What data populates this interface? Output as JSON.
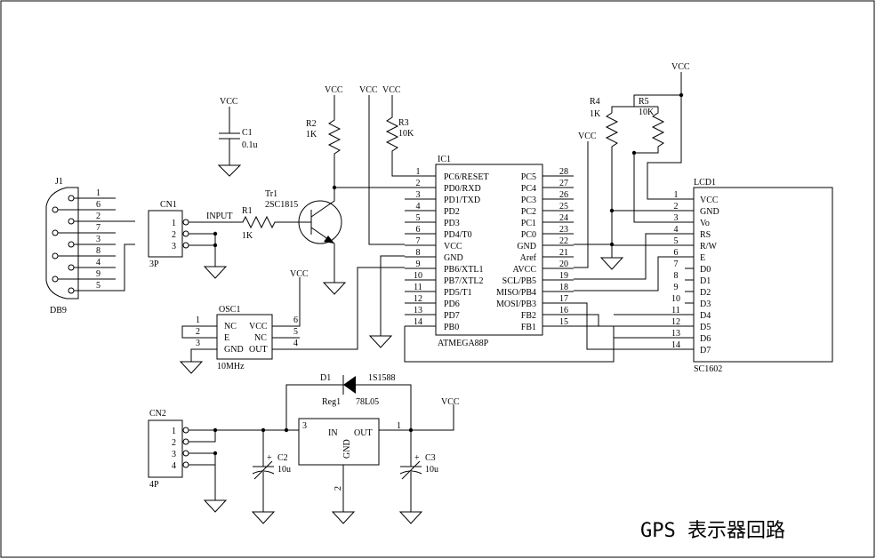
{
  "title": "GPS 表示器回路",
  "labels": {
    "j1": "J1",
    "db9": "DB9",
    "cn1": "CN1",
    "cn1_type": "3P",
    "input": "INPUT",
    "r1": "R1",
    "r1_val": "1K",
    "r2": "R2",
    "r2_val": "1K",
    "r3": "R3",
    "r3_val": "10K",
    "r4": "R4",
    "r4_val": "1K",
    "r5": "R5",
    "r5_val": "10K",
    "tr1": "Tr1",
    "tr1_part": "2SC1815",
    "c1": "C1",
    "c1_val": "0.1u",
    "c2": "C2",
    "c2_val": "10u",
    "c3": "C3",
    "c3_val": "10u",
    "osc1": "OSC1",
    "osc1_val": "10MHz",
    "ic1": "IC1",
    "ic1_part": "ATMEGA88P",
    "lcd1": "LCD1",
    "lcd1_part": "SC1602",
    "d1": "D1",
    "d1_part": "1S1588",
    "reg1": "Reg1",
    "reg1_part": "78L05",
    "reg_in": "IN",
    "reg_out": "OUT",
    "reg_gnd": "GND",
    "cn2": "CN2",
    "cn2_type": "4P",
    "plus": "+",
    "vcc": "VCC"
  },
  "j1_pins": [
    "1",
    "6",
    "2",
    "7",
    "3",
    "8",
    "4",
    "9",
    "5"
  ],
  "cn1_pins": [
    "1",
    "2",
    "3"
  ],
  "cn2_pins": [
    "1",
    "2",
    "3",
    "4"
  ],
  "osc_left": [
    "NC",
    "E",
    "GND"
  ],
  "osc_right": [
    "VCC",
    "NC",
    "OUT"
  ],
  "osc_left_pins": [
    "1",
    "2",
    "3"
  ],
  "osc_right_pins": [
    "6",
    "5",
    "4"
  ],
  "reg_pins": [
    "3",
    "1",
    "2"
  ],
  "ic_left": [
    {
      "pin": "1",
      "name": "PC6/RESET"
    },
    {
      "pin": "2",
      "name": "PD0/RXD"
    },
    {
      "pin": "3",
      "name": "PD1/TXD"
    },
    {
      "pin": "4",
      "name": "PD2"
    },
    {
      "pin": "5",
      "name": "PD3"
    },
    {
      "pin": "6",
      "name": "PD4/T0"
    },
    {
      "pin": "7",
      "name": "VCC"
    },
    {
      "pin": "8",
      "name": "GND"
    },
    {
      "pin": "9",
      "name": "PB6/XTL1"
    },
    {
      "pin": "10",
      "name": "PB7/XTL2"
    },
    {
      "pin": "11",
      "name": "PD5/T1"
    },
    {
      "pin": "12",
      "name": "PD6"
    },
    {
      "pin": "13",
      "name": "PD7"
    },
    {
      "pin": "14",
      "name": "PB0"
    }
  ],
  "ic_right": [
    {
      "pin": "28",
      "name": "PC5"
    },
    {
      "pin": "27",
      "name": "PC4"
    },
    {
      "pin": "26",
      "name": "PC3"
    },
    {
      "pin": "25",
      "name": "PC2"
    },
    {
      "pin": "24",
      "name": "PC1"
    },
    {
      "pin": "23",
      "name": "PC0"
    },
    {
      "pin": "22",
      "name": "GND"
    },
    {
      "pin": "21",
      "name": "Aref"
    },
    {
      "pin": "20",
      "name": "AVCC"
    },
    {
      "pin": "19",
      "name": "SCL/PB5"
    },
    {
      "pin": "18",
      "name": "MISO/PB4"
    },
    {
      "pin": "17",
      "name": "MOSI/PB3"
    },
    {
      "pin": "16",
      "name": "FB2"
    },
    {
      "pin": "15",
      "name": "FB1"
    }
  ],
  "lcd_pins": [
    {
      "pin": "1",
      "name": "VCC"
    },
    {
      "pin": "2",
      "name": "GND"
    },
    {
      "pin": "3",
      "name": "Vo"
    },
    {
      "pin": "4",
      "name": "RS"
    },
    {
      "pin": "5",
      "name": "R/W"
    },
    {
      "pin": "6",
      "name": "E"
    },
    {
      "pin": "7",
      "name": "D0"
    },
    {
      "pin": "8",
      "name": "D1"
    },
    {
      "pin": "9",
      "name": "D2"
    },
    {
      "pin": "10",
      "name": "D3"
    },
    {
      "pin": "11",
      "name": "D4"
    },
    {
      "pin": "12",
      "name": "D5"
    },
    {
      "pin": "13",
      "name": "D6"
    },
    {
      "pin": "14",
      "name": "D7"
    }
  ]
}
